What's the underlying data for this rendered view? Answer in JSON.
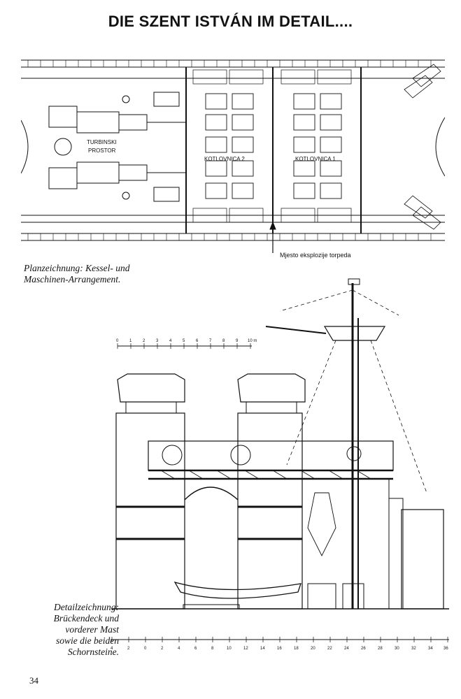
{
  "page": {
    "title": "DIE SZENT ISTVÁN IM DETAIL....",
    "page_number": "34"
  },
  "plan_drawing": {
    "labels": {
      "turbine_room_1": "TURBINSKI",
      "turbine_room_2": "PROSTOR",
      "boiler_room_2": "KOTLOVNICA 2",
      "boiler_room_1": "KOTLOVNICA 1",
      "explosion_note": "Mjesto eksplozije torpeda"
    },
    "caption_line1": "Planzeichnung: Kessel- und",
    "caption_line2": "Maschinen-Arrangement."
  },
  "side_drawing": {
    "scale_labels": [
      "0",
      "1",
      "2",
      "3",
      "4",
      "5",
      "6",
      "7",
      "8",
      "9",
      "10 m"
    ],
    "frame_labels": [
      "4",
      "2",
      "0",
      "2",
      "4",
      "6",
      "8",
      "10",
      "12",
      "14",
      "16",
      "18",
      "20",
      "22",
      "24",
      "26",
      "28",
      "30",
      "32",
      "34",
      "36"
    ],
    "caption_line1": "Detailzeichnung:",
    "caption_line2": "Brückendeck und",
    "caption_line3": "vorderer Mast",
    "caption_line4": "sowie die beiden",
    "caption_line5": "Schornsteine."
  }
}
